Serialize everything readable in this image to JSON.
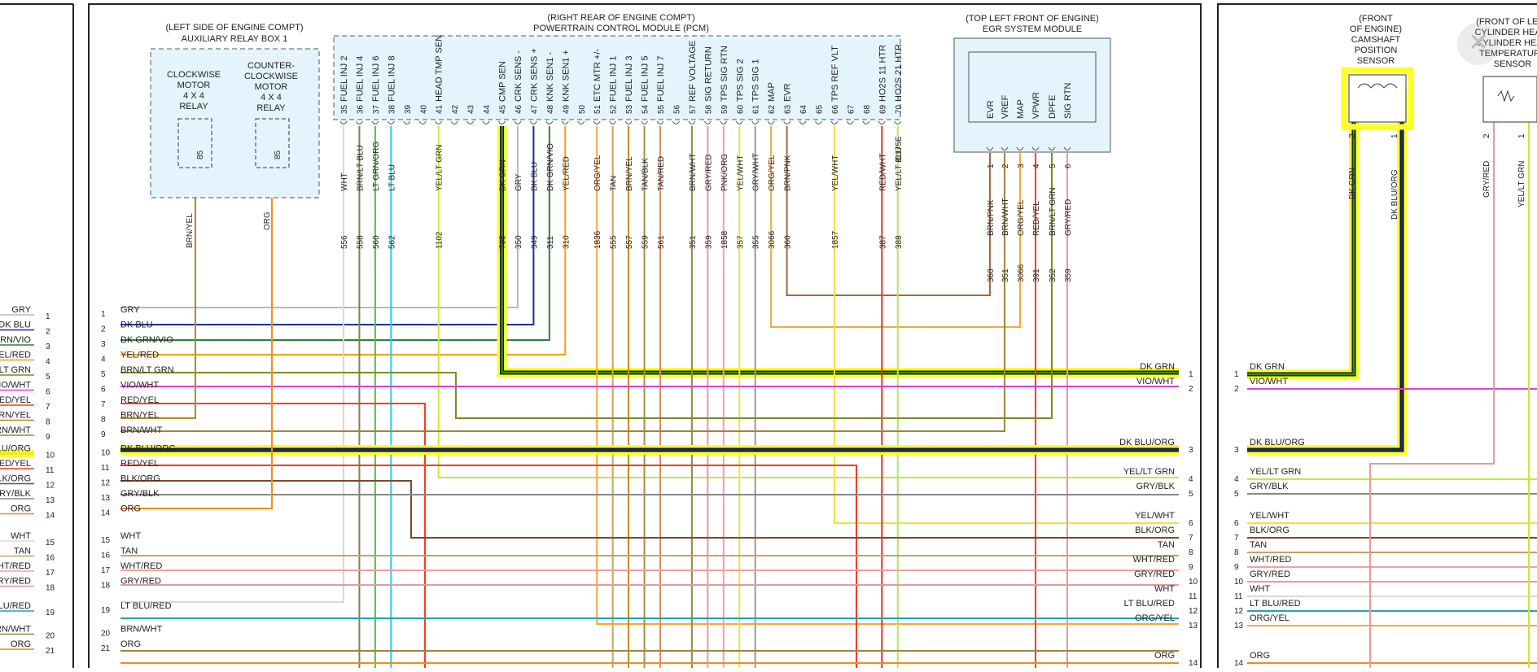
{
  "colors": {
    "GRY": "#b9b9b9",
    "DK BLU": "#1a2fa0",
    "DK GRN/VIO": "#3a7a3a",
    "YEL/RED": "#f2a20f",
    "BRN/LT GRN": "#7f8c1d",
    "VIO/WHT": "#e040d8",
    "RED/YEL": "#ff3a1a",
    "BRN/YEL": "#b08d1a",
    "BRN/WHT": "#9c8447",
    "DK BLU/ORG": "#15315a",
    "BLK/ORG": "#7a4a2a",
    "GRY/BLK": "#888888",
    "ORG": "#f28c1a",
    "WHT": "#d8d8d8",
    "TAN": "#c7a26a",
    "WHT/RED": "#f4a0a0",
    "GRY/RED": "#e89a9a",
    "LT BLU/RED": "#1fa7a8",
    "DK GRN": "#2e8b2e",
    "YEL/LT GRN": "#c8e830",
    "BRN/LT BLU": "#8a7a55",
    "LT GRN/ORG": "#49c83a",
    "LT BLU": "#1fd0e6",
    "ORG/YEL": "#f3a93a",
    "TAN/BLK": "#a98a54",
    "TAN/RED": "#d4906a",
    "BRN/PNK": "#a0683c",
    "YEL/WHT": "#f0e23a",
    "RED/WHT": "#e8322a",
    "YEL/LT BLU": "#b0e85a",
    "GRY/ORG": "#c0a07a",
    "PNK/ORG": "#f79bb0",
    "BRN/RED": "#a05a3a",
    "highlight": "#ffff20",
    "box_fill": "#e4f4fd",
    "box_stroke": "#555555"
  },
  "left_strip": {
    "rows": [
      {
        "n": "1",
        "w": "GRY"
      },
      {
        "n": "2",
        "w": "DK BLU"
      },
      {
        "n": "3",
        "w": "DK GRN/VIO"
      },
      {
        "n": "4",
        "w": "YEL/RED"
      },
      {
        "n": "5",
        "w": "BRN/LT GRN"
      },
      {
        "n": "6",
        "w": "VIO/WHT"
      },
      {
        "n": "7",
        "w": "RED/YEL"
      },
      {
        "n": "8",
        "w": "BRN/YEL"
      },
      {
        "n": "9",
        "w": "BRN/WHT"
      },
      {
        "n": "10",
        "w": "DK BLU/ORG"
      },
      {
        "n": "11",
        "w": "RED/YEL"
      },
      {
        "n": "12",
        "w": "BLK/ORG"
      },
      {
        "n": "13",
        "w": "GRY/BLK"
      },
      {
        "n": "14",
        "w": "ORG"
      },
      {
        "n": "15",
        "w": "WHT"
      },
      {
        "n": "16",
        "w": "TAN"
      },
      {
        "n": "17",
        "w": "WHT/RED"
      },
      {
        "n": "18",
        "w": "GRY/RED"
      },
      {
        "n": "19",
        "w": "LT BLU/RED"
      },
      {
        "n": "20",
        "w": "BRN/WHT"
      },
      {
        "n": "21",
        "w": "ORG"
      }
    ]
  },
  "relay_box": {
    "title_line1": "(LEFT SIDE OF ENGINE COMPT)",
    "title_line2": "AUXILIARY RELAY BOX 1",
    "relay1": [
      "CLOCKWISE",
      "MOTOR",
      "4 X 4",
      "RELAY"
    ],
    "relay2": [
      "COUNTER-",
      "CLOCKWISE",
      "MOTOR",
      "4 X 4",
      "RELAY"
    ],
    "pin1": "85",
    "pin2": "85",
    "wire1": "BRN/YEL",
    "wire2": "ORG"
  },
  "pcm": {
    "title_line1": "(RIGHT REAR OF ENGINE COMPT)",
    "title_line2": "POWERTRAIN CONTROL MODULE (PCM)",
    "connector": "C175E",
    "pins": [
      {
        "pin": "35",
        "sig": "FUEL INJ 2",
        "wire": "WHT",
        "ckt": "556"
      },
      {
        "pin": "36",
        "sig": "FUEL INJ 4",
        "wire": "BRN/LT BLU",
        "ckt": "558"
      },
      {
        "pin": "37",
        "sig": "FUEL INJ 6",
        "wire": "LT GRN/ORG",
        "ckt": "560"
      },
      {
        "pin": "38",
        "sig": "FUEL INJ 8",
        "wire": "LT BLU",
        "ckt": "562"
      },
      {
        "pin": "39",
        "sig": "",
        "wire": "",
        "ckt": ""
      },
      {
        "pin": "40",
        "sig": "",
        "wire": "",
        "ckt": ""
      },
      {
        "pin": "41",
        "sig": "HEAD TMP SEN",
        "wire": "YEL/LT GRN",
        "ckt": "1102"
      },
      {
        "pin": "42",
        "sig": "",
        "wire": "",
        "ckt": ""
      },
      {
        "pin": "43",
        "sig": "",
        "wire": "",
        "ckt": ""
      },
      {
        "pin": "44",
        "sig": "",
        "wire": "",
        "ckt": ""
      },
      {
        "pin": "45",
        "sig": "CMP SEN",
        "wire": "DK GRN",
        "ckt": "795"
      },
      {
        "pin": "46",
        "sig": "CRK SENS -",
        "wire": "GRY",
        "ckt": "350"
      },
      {
        "pin": "47",
        "sig": "CRK SENS +",
        "wire": "DK BLU",
        "ckt": "349"
      },
      {
        "pin": "48",
        "sig": "KNK SEN1 -",
        "wire": "DK GRN/VIO",
        "ckt": "311"
      },
      {
        "pin": "49",
        "sig": "KNK SEN1 +",
        "wire": "YEL/RED",
        "ckt": "310"
      },
      {
        "pin": "50",
        "sig": "",
        "wire": "",
        "ckt": ""
      },
      {
        "pin": "51",
        "sig": "ETC MTR +/-",
        "wire": "ORG/YEL",
        "ckt": "1836"
      },
      {
        "pin": "52",
        "sig": "FUEL INJ 1",
        "wire": "TAN",
        "ckt": "555"
      },
      {
        "pin": "53",
        "sig": "FUEL INJ 3",
        "wire": "BRN/YEL",
        "ckt": "557"
      },
      {
        "pin": "54",
        "sig": "FUEL INJ 5",
        "wire": "TAN/BLK",
        "ckt": "559"
      },
      {
        "pin": "55",
        "sig": "FUEL INJ 7",
        "wire": "TAN/RED",
        "ckt": "561"
      },
      {
        "pin": "56",
        "sig": "",
        "wire": "",
        "ckt": ""
      },
      {
        "pin": "57",
        "sig": "REF VOLTAGE",
        "wire": "BRN/WHT",
        "ckt": "351"
      },
      {
        "pin": "58",
        "sig": "SIG RETURN",
        "wire": "GRY/RED",
        "ckt": "359"
      },
      {
        "pin": "59",
        "sig": "TPS SIG RTN",
        "wire": "PNK/ORG",
        "ckt": "1858"
      },
      {
        "pin": "60",
        "sig": "TPS SIG 2",
        "wire": "YEL/WHT",
        "ckt": "357"
      },
      {
        "pin": "61",
        "sig": "TPS SIG 1",
        "wire": "GRY/WHT",
        "ckt": "355"
      },
      {
        "pin": "62",
        "sig": "MAP",
        "wire": "ORG/YEL",
        "ckt": "3066"
      },
      {
        "pin": "63",
        "sig": "EVR",
        "wire": "BRN/PNK",
        "ckt": "360"
      },
      {
        "pin": "64",
        "sig": "",
        "wire": "",
        "ckt": ""
      },
      {
        "pin": "65",
        "sig": "",
        "wire": "",
        "ckt": ""
      },
      {
        "pin": "66",
        "sig": "TPS REF VLT",
        "wire": "YEL/WHT",
        "ckt": "1857"
      },
      {
        "pin": "67",
        "sig": "",
        "wire": "",
        "ckt": ""
      },
      {
        "pin": "68",
        "sig": "",
        "wire": "",
        "ckt": ""
      },
      {
        "pin": "69",
        "sig": "HO2S 11 HTR",
        "wire": "RED/WHT",
        "ckt": "387"
      },
      {
        "pin": "70",
        "sig": "HO2S 21 HTR",
        "wire": "YEL/LT BLU",
        "ckt": "388"
      }
    ]
  },
  "egr": {
    "title_line1": "(TOP LEFT FRONT OF ENGINE)",
    "title_line2": "EGR SYSTEM MODULE",
    "pins": [
      {
        "pin": "1",
        "sig": "EVR",
        "wire": "BRN/PNK",
        "ckt": "360"
      },
      {
        "pin": "2",
        "sig": "VREF",
        "wire": "BRN/WHT",
        "ckt": "351"
      },
      {
        "pin": "3",
        "sig": "MAP",
        "wire": "ORG/YEL",
        "ckt": "3066"
      },
      {
        "pin": "4",
        "sig": "VPWR",
        "wire": "RED/YEL",
        "ckt": "391"
      },
      {
        "pin": "5",
        "sig": "DPFE",
        "wire": "BRN/LT GRN",
        "ckt": "352"
      },
      {
        "pin": "6",
        "sig": "SIG RTN",
        "wire": "GRY/RED",
        "ckt": "359"
      }
    ]
  },
  "mid_left_rows": [
    {
      "n": "1",
      "w": "GRY"
    },
    {
      "n": "2",
      "w": "DK BLU"
    },
    {
      "n": "3",
      "w": "DK GRN/VIO"
    },
    {
      "n": "4",
      "w": "YEL/RED"
    },
    {
      "n": "5",
      "w": "BRN/LT GRN"
    },
    {
      "n": "6",
      "w": "VIO/WHT"
    },
    {
      "n": "7",
      "w": "RED/YEL"
    },
    {
      "n": "8",
      "w": "BRN/YEL"
    },
    {
      "n": "9",
      "w": "BRN/WHT"
    },
    {
      "n": "10",
      "w": "DK BLU/ORG"
    },
    {
      "n": "11",
      "w": "RED/YEL"
    },
    {
      "n": "12",
      "w": "BLK/ORG"
    },
    {
      "n": "13",
      "w": "GRY/BLK"
    },
    {
      "n": "14",
      "w": "ORG"
    },
    {
      "n": "15",
      "w": "WHT"
    },
    {
      "n": "16",
      "w": "TAN"
    },
    {
      "n": "17",
      "w": "WHT/RED"
    },
    {
      "n": "18",
      "w": "GRY/RED"
    },
    {
      "n": "19",
      "w": "LT BLU/RED"
    },
    {
      "n": "20",
      "w": "BRN/WHT"
    },
    {
      "n": "21",
      "w": "ORG"
    }
  ],
  "mid_right_rows": [
    {
      "n": "1",
      "w": "DK GRN"
    },
    {
      "n": "2",
      "w": "VIO/WHT"
    },
    {
      "n": "3",
      "w": "DK BLU/ORG"
    },
    {
      "n": "4",
      "w": "YEL/LT GRN"
    },
    {
      "n": "5",
      "w": "GRY/BLK"
    },
    {
      "n": "6",
      "w": "YEL/WHT"
    },
    {
      "n": "7",
      "w": "BLK/ORG"
    },
    {
      "n": "8",
      "w": "TAN"
    },
    {
      "n": "9",
      "w": "WHT/RED"
    },
    {
      "n": "10",
      "w": "GRY/RED"
    },
    {
      "n": "11",
      "w": "WHT"
    },
    {
      "n": "12",
      "w": "LT BLU/RED"
    },
    {
      "n": "13",
      "w": "ORG/YEL"
    },
    {
      "n": "14",
      "w": "ORG"
    }
  ],
  "right_panel": {
    "cmp_title": [
      "(FRONT",
      "OF ENGINE)",
      "CAMSHAFT",
      "POSITION",
      "SENSOR"
    ],
    "cht_title": [
      "(FRONT OF LEFT",
      "CYLINDER HEAD)",
      "CYLINDER HEAD",
      "TEMPERATURE",
      "SENSOR"
    ],
    "cmp_pins": [
      {
        "pin": "2",
        "wire": "DK GRN"
      },
      {
        "pin": "1",
        "wire": "DK BLU/ORG"
      }
    ],
    "cht_pins": [
      {
        "pin": "2",
        "wire": "GRY/RED"
      },
      {
        "pin": "1",
        "wire": "YEL/LT GRN"
      }
    ],
    "rows": [
      {
        "n": "1",
        "w": "DK GRN"
      },
      {
        "n": "2",
        "w": "VIO/WHT"
      },
      {
        "n": "3",
        "w": "DK BLU/ORG"
      },
      {
        "n": "4",
        "w": "YEL/LT GRN"
      },
      {
        "n": "5",
        "w": "GRY/BLK"
      },
      {
        "n": "6",
        "w": "YEL/WHT"
      },
      {
        "n": "7",
        "w": "BLK/ORG"
      },
      {
        "n": "8",
        "w": "TAN"
      },
      {
        "n": "9",
        "w": "WHT/RED"
      },
      {
        "n": "10",
        "w": "GRY/RED"
      },
      {
        "n": "11",
        "w": "WHT"
      },
      {
        "n": "12",
        "w": "LT BLU/RED"
      },
      {
        "n": "13",
        "w": "ORG/YEL"
      },
      {
        "n": "14",
        "w": "ORG"
      }
    ]
  },
  "close_icon": "✕"
}
